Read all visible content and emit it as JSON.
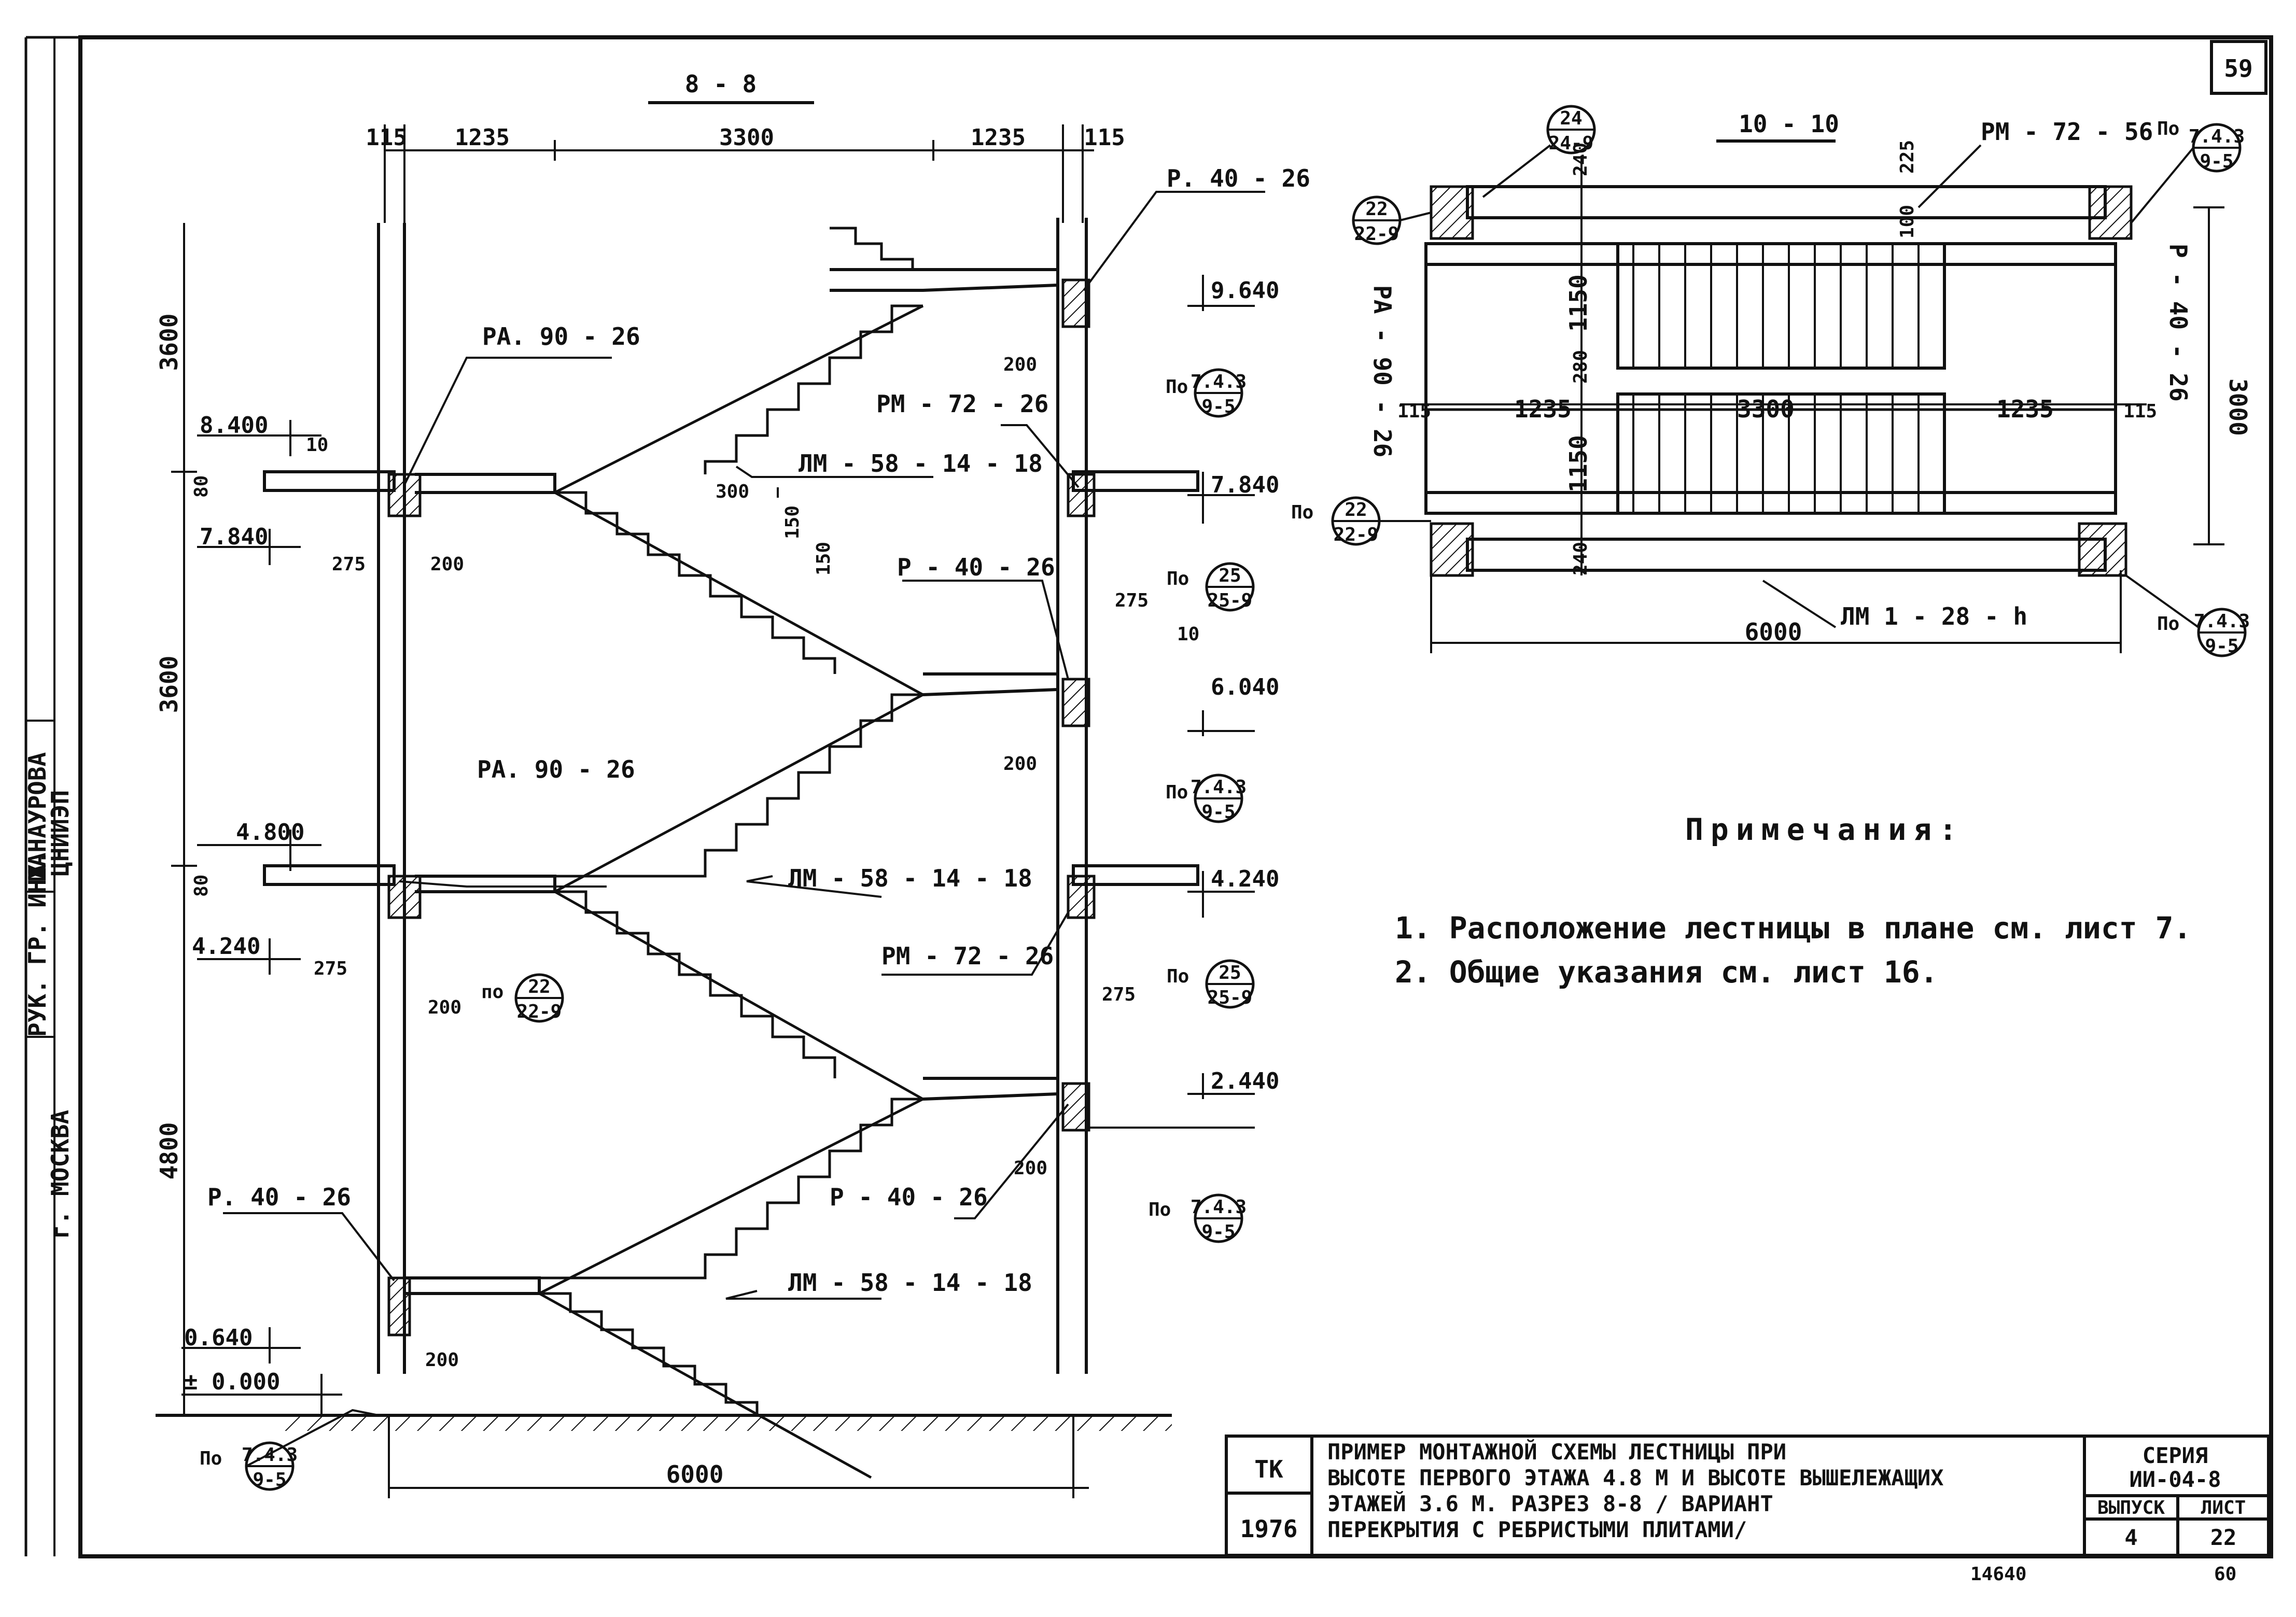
{
  "sheet_number": "59",
  "section": {
    "title": "8 - 8",
    "top_dims": [
      "115",
      "1235",
      "3300",
      "1235",
      "115"
    ],
    "heights": [
      "3600",
      "3600",
      "4800"
    ],
    "base_width": "6000",
    "marks": {
      "p40_top": "Р. 40 - 26",
      "pa90_upper": "РА. 90 - 26",
      "rm72_upper": "РМ - 72 - 26",
      "lm_upper": "ЛМ - 58 - 14 - 18",
      "p40_mid": "Р - 40 - 26",
      "pa90_lower": "РА. 90 - 26",
      "lm_mid": "ЛМ - 58 - 14 - 18",
      "rm72_lower": "РМ - 72 - 26",
      "p40_low": "Р. 40 - 26",
      "p40_lowright": "Р - 40 - 26",
      "lm_low": "ЛМ - 58 - 14 - 18"
    },
    "elevations": {
      "e9640": "9.640",
      "e8400": "8.400",
      "e7840_left": "7.840",
      "e7840_right": "7.840",
      "e6040": "6.040",
      "e4800": "4.800",
      "e4240_left": "4.240",
      "e4240_right": "4.240",
      "e2440": "2.440",
      "e0640": "0.640",
      "e0000": "± 0.000"
    },
    "small_dims": {
      "d10_top": "10",
      "d80_top": "80",
      "d275_top": "275",
      "d200_top": "200",
      "d300": "300",
      "d150a": "150",
      "d150b": "150",
      "d200_r1": "200",
      "d275_r1": "275",
      "d10_r1": "10",
      "d200_r2": "200",
      "d80_mid": "80",
      "d275_mid": "275",
      "d200_mid": "200",
      "d275_r2": "275",
      "d200_r3": "200",
      "d200_bot": "200"
    },
    "callouts": {
      "c1": {
        "prefix": "По",
        "num": "7.4.3",
        "den": "9-5"
      },
      "c2": {
        "prefix": "По",
        "num": "25",
        "den": "25-9"
      },
      "c3": {
        "prefix": "По",
        "num": "7.4.3",
        "den": "9-5"
      },
      "c4": {
        "prefix": "по",
        "num": "22",
        "den": "22-9"
      },
      "c5": {
        "prefix": "По",
        "num": "25",
        "den": "25-9"
      },
      "c6": {
        "prefix": "По",
        "num": "7.4.3",
        "den": "9-5"
      },
      "c7": {
        "prefix": "По",
        "num": "7.4.3",
        "den": "9-5"
      }
    }
  },
  "plan": {
    "title": "10 - 10",
    "dims": {
      "d240_top": "240",
      "d225": "225",
      "d100": "100",
      "d1150a": "1150",
      "d280": "280",
      "d1150b": "1150",
      "d240_bot": "240",
      "d3000": "3000",
      "d115_left": "115",
      "d1235_left": "1235",
      "d3300": "3300",
      "d1235_right": "1235",
      "d115_right": "115",
      "d6000": "6000"
    },
    "marks": {
      "rm72_56": "РМ - 72 - 56",
      "pa90": "РА - 90 - 26",
      "p40": "Р - 40 - 26",
      "lm1": "ЛМ 1 - 28 - h"
    },
    "callouts": {
      "c_tl": {
        "prefix": "",
        "num": "24",
        "den": "24-9"
      },
      "c_l": {
        "prefix": "",
        "num": "22",
        "den": "22-9"
      },
      "c_bl": {
        "prefix": "По",
        "num": "22",
        "den": "22-9"
      },
      "c_tr": {
        "prefix": "По",
        "num": "7.4.3",
        "den": "9-5"
      },
      "c_br": {
        "prefix": "По",
        "num": "7.4.3",
        "den": "9-5"
      }
    }
  },
  "notes": {
    "title": "Примечания:",
    "items": [
      "1. Расположение лестницы в плане см. лист 7.",
      "2. Общие указания см. лист 16."
    ]
  },
  "title_block": {
    "tk": "ТК",
    "year": "1976",
    "description": [
      "ПРИМЕР МОНТАЖНОЙ СХЕМЫ ЛЕСТНИЦЫ ПРИ",
      "ВЫСОТЕ ПЕРВОГО ЭТАЖА 4.8 М И ВЫСОТЕ ВЫШЕЛЕЖАЩИХ",
      "ЭТАЖЕЙ 3.6 М. РАЗРЕЗ 8-8 / ВАРИАНТ",
      "ПЕРЕКРЫТИЯ С РЕБРИСТЫМИ ПЛИТАМИ/"
    ],
    "series_label": "СЕРИЯ",
    "series_value": "ИИ-04-8",
    "issue_label": "ВЫПУСК",
    "issue_value": "4",
    "sheet_label": "ЛИСТ",
    "sheet_value": "22"
  },
  "side_strip": {
    "org": "г. МОСКВА",
    "role": "РУК. ГР. ИНЖ.",
    "name": "ШАНАУРОВА",
    "code": "ЦНИИЭП"
  },
  "footer": {
    "inventory": "14640",
    "page": "60"
  }
}
